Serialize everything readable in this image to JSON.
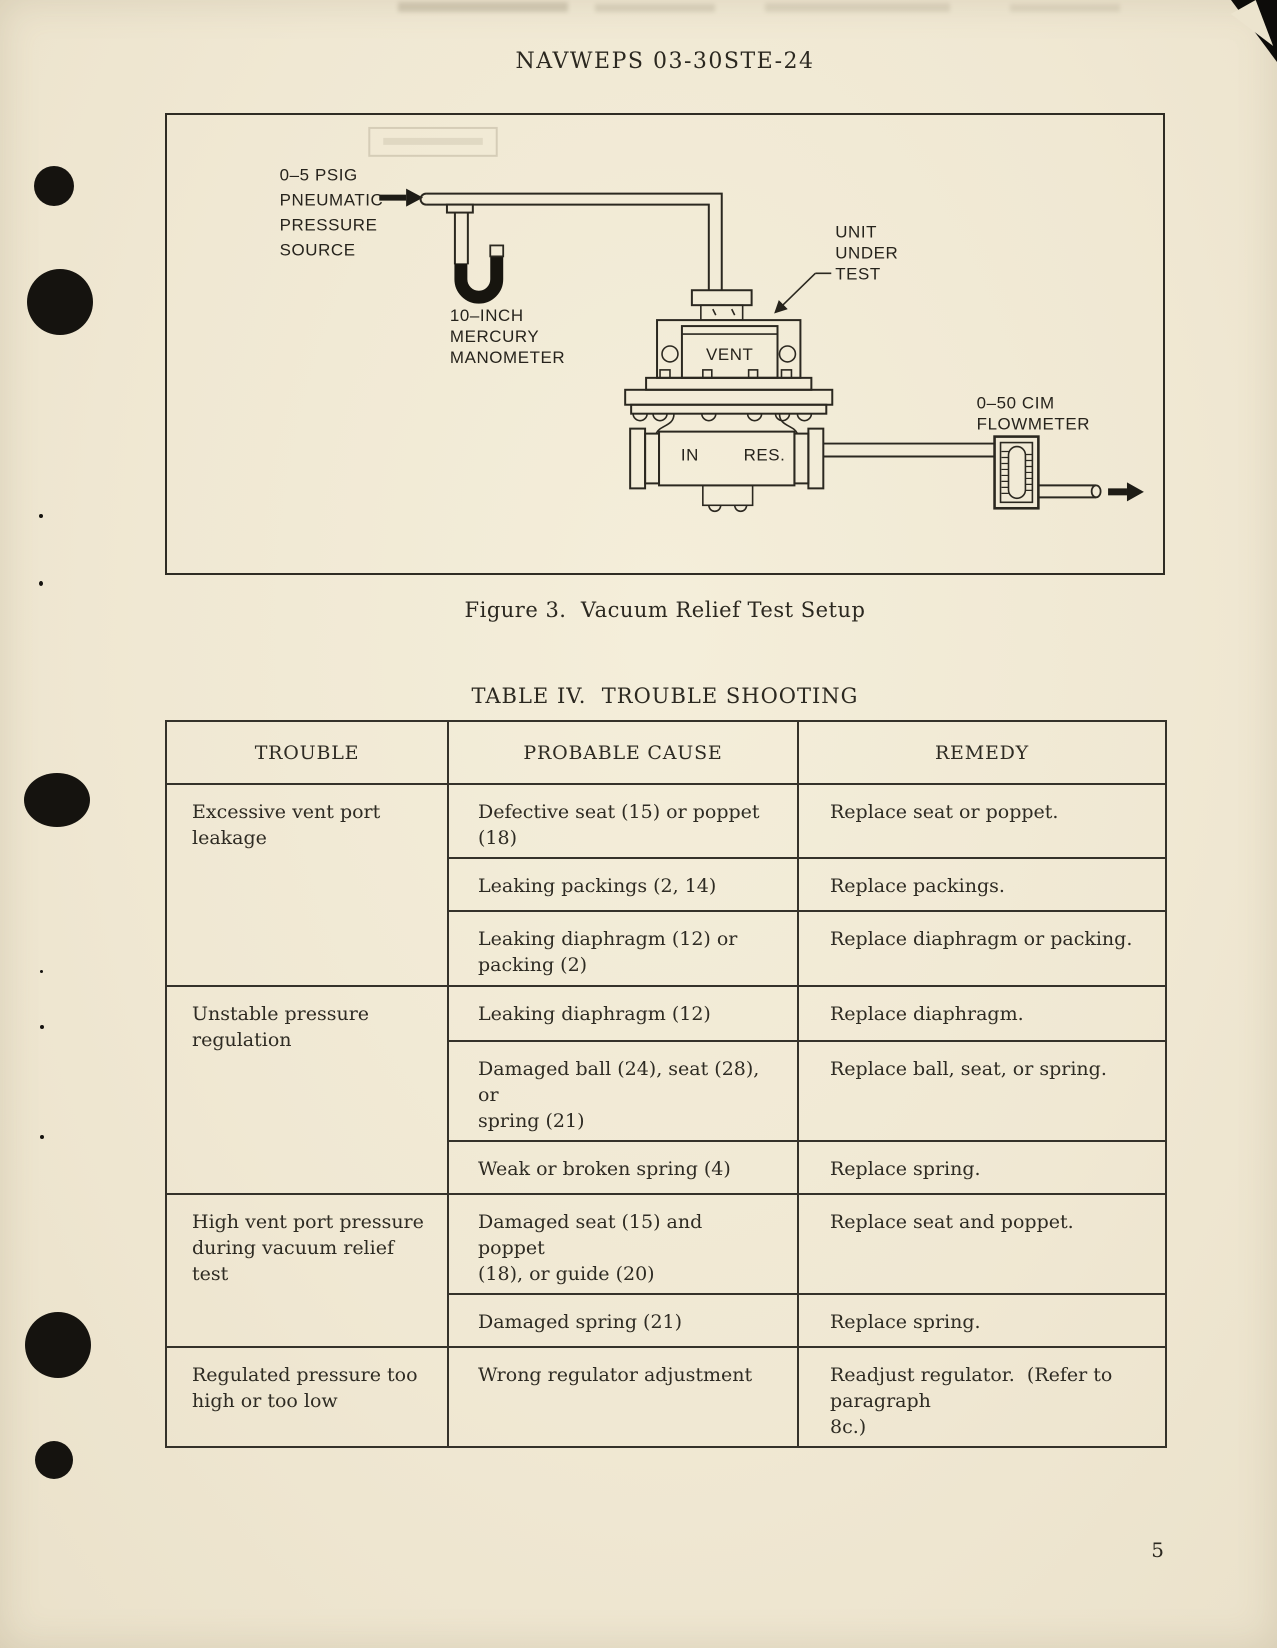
{
  "doc": {
    "header": "NAVWEPS 03-30STE-24",
    "page_number": "5",
    "colors": {
      "paper": "#f0e8d3",
      "ink": "#2b2820",
      "binder_dot": "#15130f"
    }
  },
  "figure": {
    "caption": "Figure 3.  Vacuum Relief Test Setup",
    "labels": {
      "source": [
        "0–5 PSIG",
        "PNEUMATIC",
        "PRESSURE",
        "SOURCE"
      ],
      "manometer": [
        "10–INCH",
        "MERCURY",
        "MANOMETER"
      ],
      "unit": [
        "UNIT",
        "UNDER",
        "TEST"
      ],
      "vent": "VENT",
      "port_in": "IN",
      "port_res": "RES.",
      "flowmeter": [
        "0–50 CIM",
        "FLOWMETER"
      ]
    }
  },
  "table": {
    "title": "TABLE IV.  TROUBLE SHOOTING",
    "headers": [
      "TROUBLE",
      "PROBABLE CAUSE",
      "REMEDY"
    ],
    "groups": [
      {
        "trouble": "Excessive vent port\nleakage",
        "rows": [
          {
            "cause": "Defective seat (15) or poppet (18)",
            "remedy": "Replace seat or poppet."
          },
          {
            "cause": "Leaking packings (2, 14)",
            "remedy": "Replace packings."
          },
          {
            "cause": "Leaking diaphragm (12) or\npacking (2)",
            "remedy": "Replace diaphragm or packing."
          }
        ]
      },
      {
        "trouble": "Unstable pressure\nregulation",
        "rows": [
          {
            "cause": "Leaking diaphragm (12)",
            "remedy": "Replace diaphragm."
          },
          {
            "cause": "Damaged ball (24), seat (28), or\nspring (21)",
            "remedy": "Replace ball, seat, or spring."
          },
          {
            "cause": "Weak or broken spring (4)",
            "remedy": "Replace spring."
          }
        ]
      },
      {
        "trouble": "High vent port pressure\nduring vacuum relief\ntest",
        "rows": [
          {
            "cause": "Damaged seat (15) and poppet\n(18), or guide (20)",
            "remedy": "Replace seat and poppet."
          },
          {
            "cause": "Damaged spring (21)",
            "remedy": "Replace spring."
          }
        ]
      },
      {
        "trouble": "Regulated pressure too\nhigh or too low",
        "rows": [
          {
            "cause": "Wrong regulator adjustment",
            "remedy": "Readjust regulator.  (Refer to paragraph\n8c.)"
          }
        ]
      }
    ]
  }
}
